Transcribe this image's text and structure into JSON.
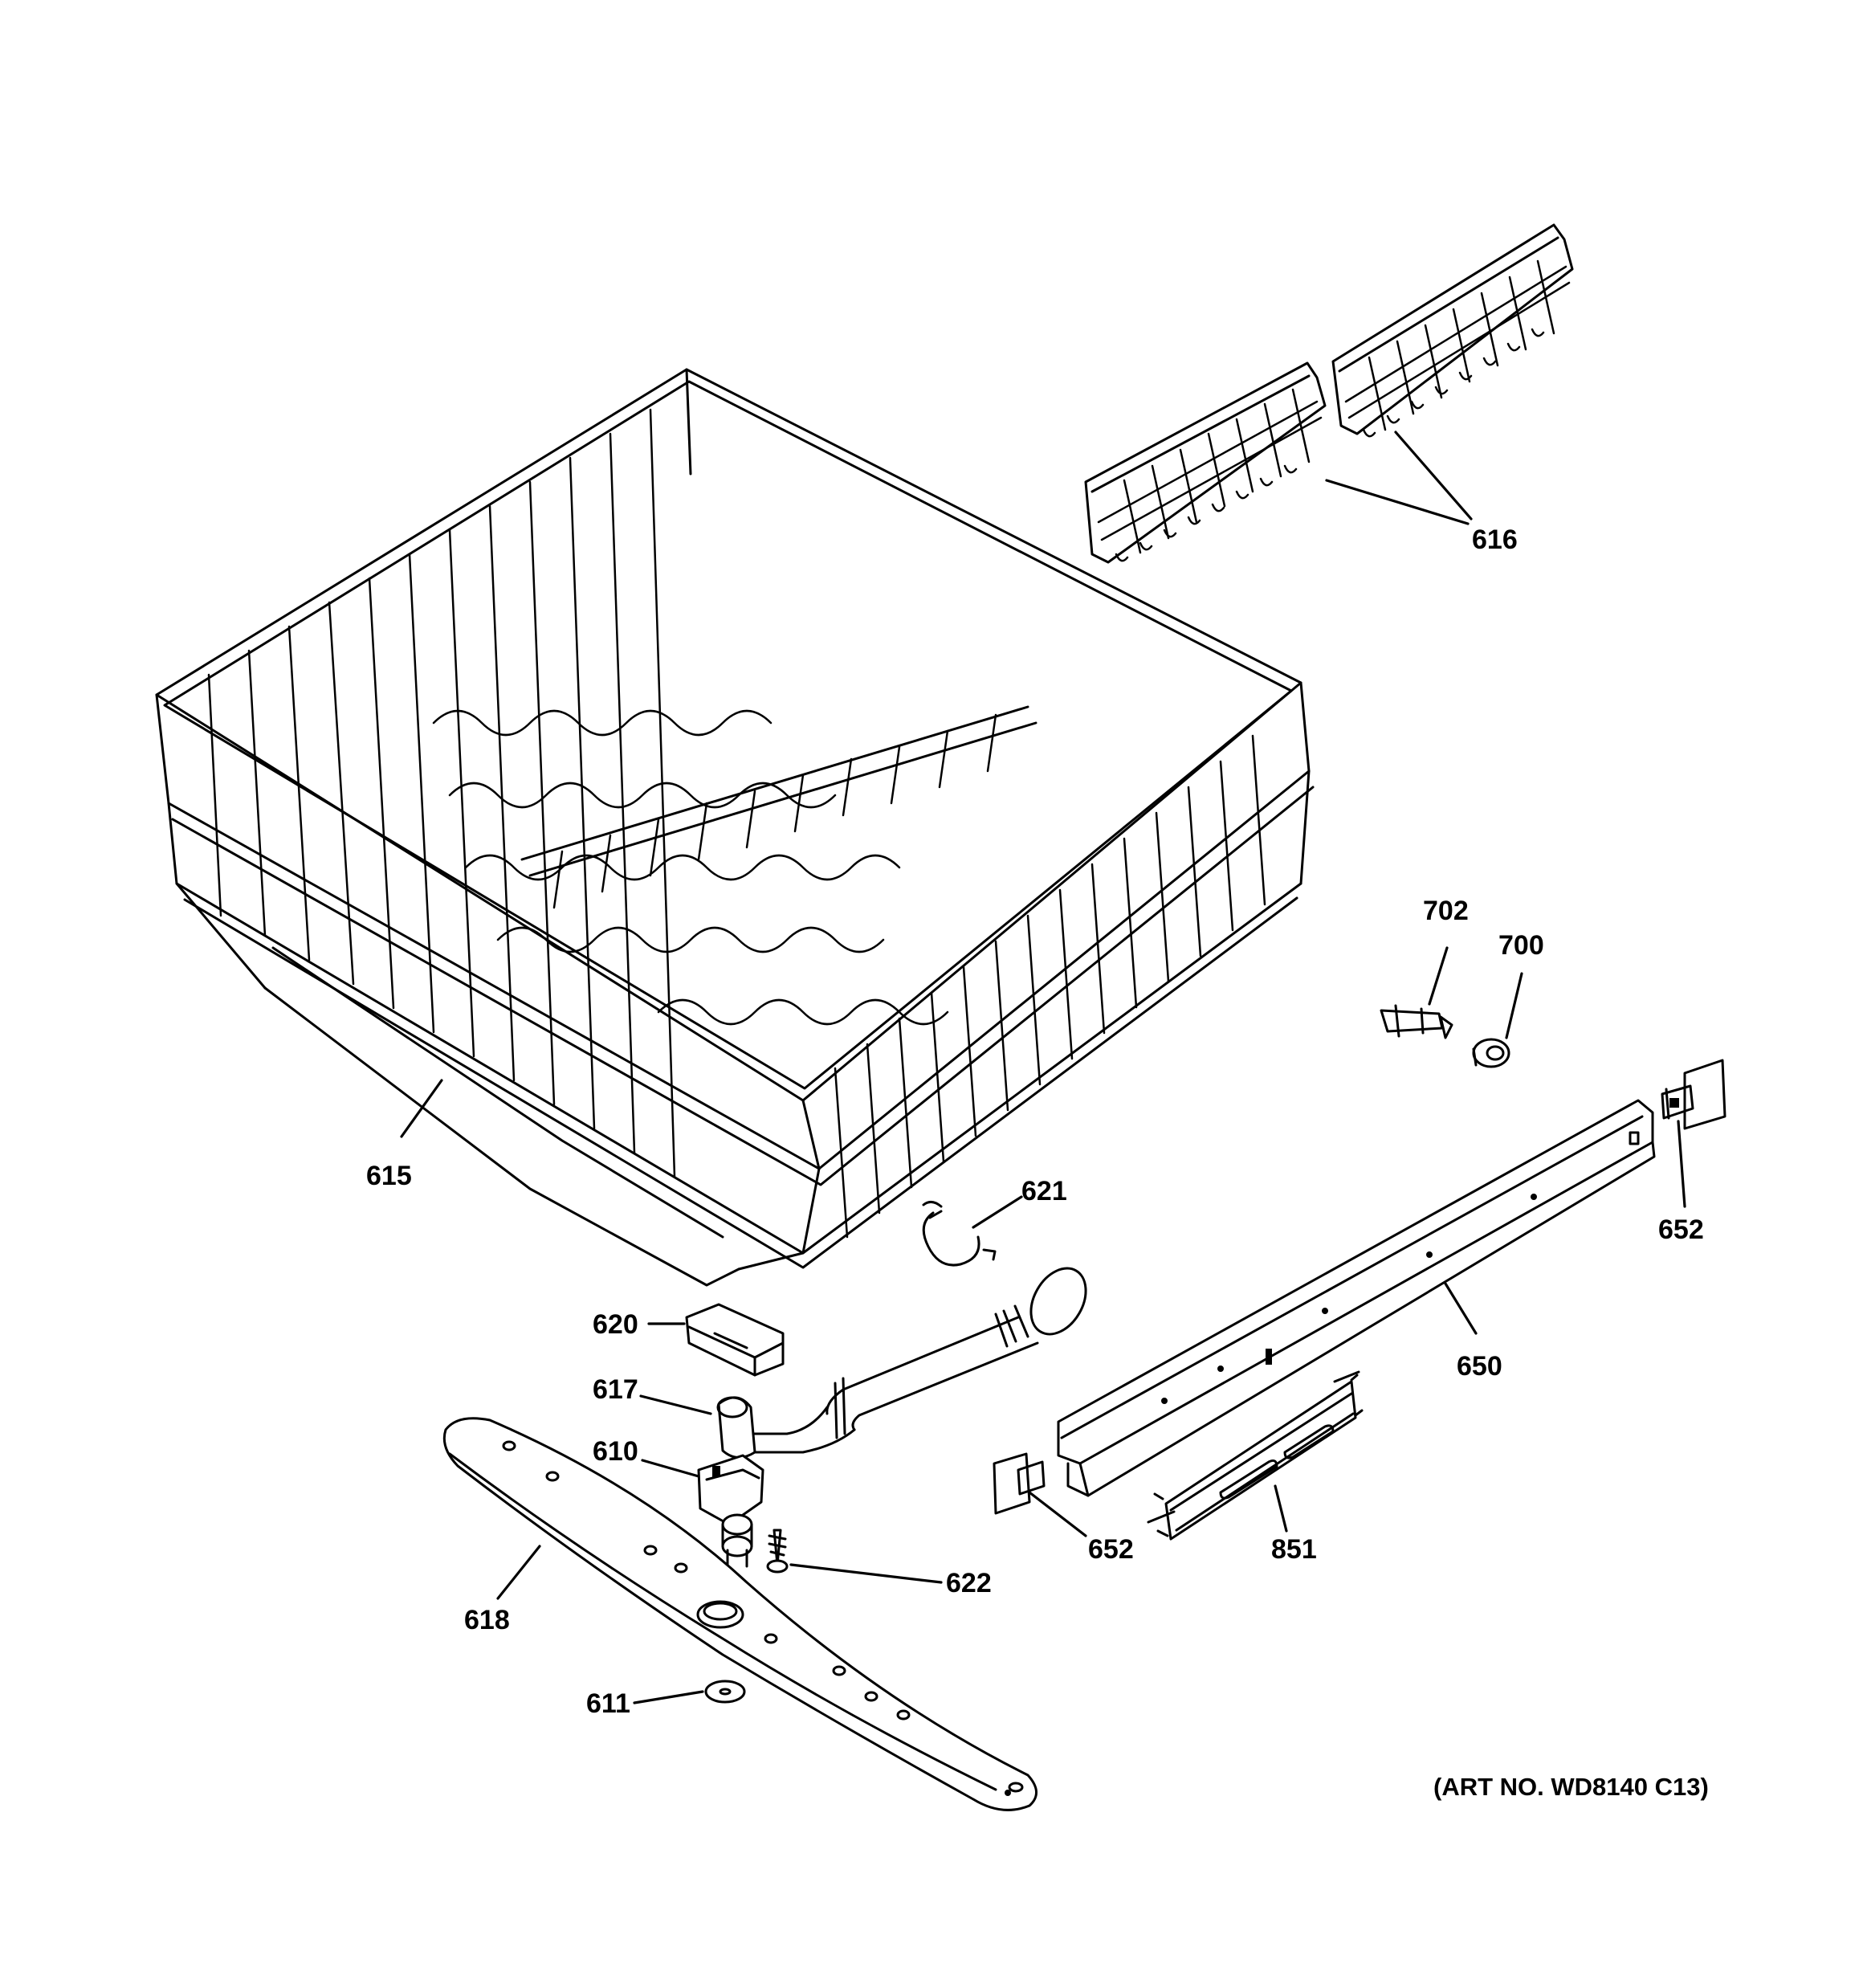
{
  "callouts": {
    "c616": "616",
    "c615": "615",
    "c702": "702",
    "c700": "700",
    "c621": "621",
    "c652_right": "652",
    "c620": "620",
    "c617": "617",
    "c650": "650",
    "c610": "610",
    "c652_left": "652",
    "c851": "851",
    "c622": "622",
    "c618": "618",
    "c611": "611"
  },
  "art_number": "(ART NO. WD8140 C13)"
}
